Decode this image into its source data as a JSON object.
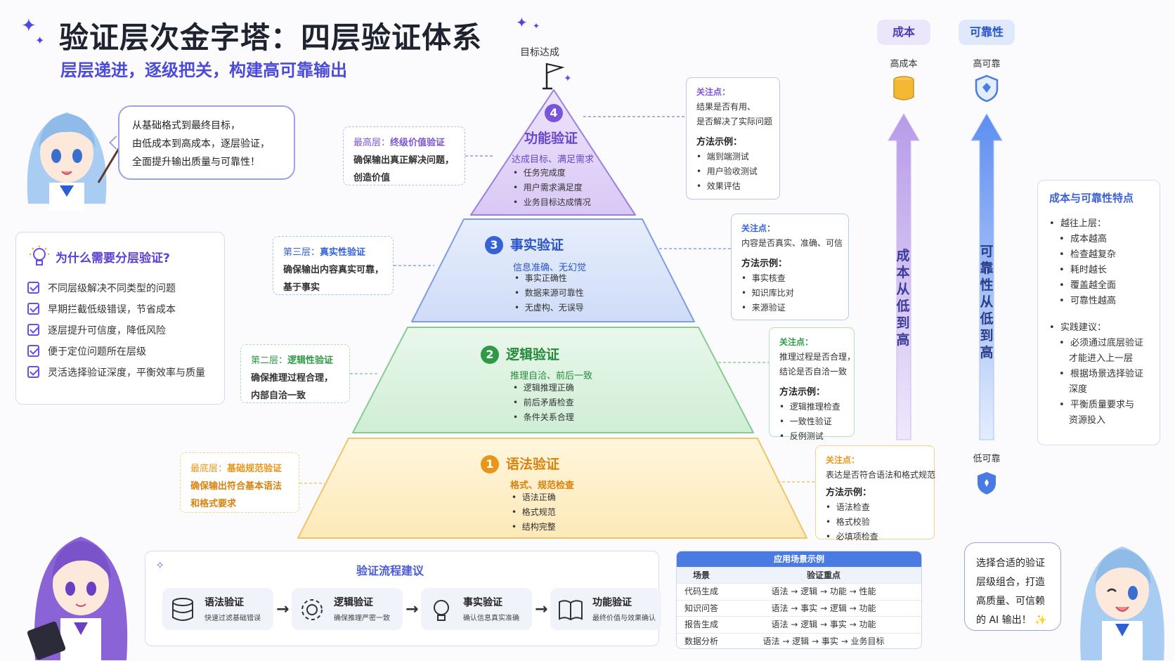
{
  "header": {
    "title": "验证层次金字塔：四层验证体系",
    "subtitle": "层层递进，逐级把关，构建高可靠输出",
    "goal_label": "目标达成"
  },
  "intro_bubble": {
    "lines": [
      "从基础格式到最终目标，",
      "由低成本到高成本，逐层验证，",
      "全面提升输出质量与可靠性！"
    ]
  },
  "why": {
    "title": "为什么需要分层验证?",
    "items": [
      "不同层级解决不同类型的问题",
      "早期拦截低级错误，节省成本",
      "逐层提升可信度，降低风险",
      "便于定位问题所在层级",
      "灵活选择验证深度，平衡效率与质量"
    ]
  },
  "layers": [
    {
      "num": "4",
      "title": "功能验证",
      "sub": "达成目标、满足需求",
      "bullets": [
        "任务完成度",
        "用户需求满足度",
        "业务目标达成情况"
      ],
      "color": "#7b55d9",
      "left_label": "最高层：",
      "left_head": "终级价值验证",
      "left_lines": [
        "确保输出真正解决问题，",
        "创造价值"
      ],
      "focus_head": "关注点：",
      "focus_lines": [
        "结果是否有用、",
        "是否解决了实际问题"
      ],
      "method_head": "方法示例：",
      "methods": [
        "端到端测试",
        "用户验收测试",
        "效果评估"
      ]
    },
    {
      "num": "3",
      "title": "事实验证",
      "sub": "信息准确、无幻觉",
      "bullets": [
        "事实正确性",
        "数据来源可靠性",
        "无虚构、无误导"
      ],
      "color": "#3563d6",
      "left_label": "第三层：",
      "left_head": "真实性验证",
      "left_lines": [
        "确保输出内容真实可靠，",
        "基于事实"
      ],
      "focus_head": "关注点：",
      "focus_lines": [
        "内容是否真实、准确、可信"
      ],
      "method_head": "方法示例：",
      "methods": [
        "事实核查",
        "知识库比对",
        "来源验证"
      ]
    },
    {
      "num": "2",
      "title": "逻辑验证",
      "sub": "推理自洽、前后一致",
      "bullets": [
        "逻辑推理正确",
        "前后矛盾检查",
        "条件关系合理"
      ],
      "color": "#2f9a45",
      "left_label": "第二层：",
      "left_head": "逻辑性验证",
      "left_lines": [
        "确保推理过程合理，",
        "内部自洽一致"
      ],
      "focus_head": "关注点：",
      "focus_lines": [
        "推理过程是否合理，",
        "结论是否自洽一致"
      ],
      "method_head": "方法示例：",
      "methods": [
        "逻辑推理检查",
        "一致性验证",
        "反例测试"
      ]
    },
    {
      "num": "1",
      "title": "语法验证",
      "sub": "格式、规范检查",
      "bullets": [
        "语法正确",
        "格式规范",
        "结构完整"
      ],
      "color": "#e8951c",
      "left_label": "最底层：",
      "left_head": "基础规范验证",
      "left_lines": [
        "确保输出符合基本语法",
        "和格式要求"
      ],
      "focus_head": "关注点：",
      "focus_lines": [
        "表达是否符合语法和格式规范"
      ],
      "method_head": "方法示例：",
      "methods": [
        "语法检查",
        "格式校验",
        "必填项检查"
      ]
    }
  ],
  "cost": {
    "pill": "成本",
    "top": "高成本",
    "vertical": "成本从低到高"
  },
  "reliability": {
    "pill": "可靠性",
    "top": "高可靠",
    "vertical": "可靠性从低到高",
    "bottom": "低可靠"
  },
  "features": {
    "title": "成本与可靠性特点",
    "sec1": "越往上层：",
    "sec1_items": [
      "成本越高",
      "检查越复杂",
      "耗时越长",
      "覆盖越全面",
      "可靠性越高"
    ],
    "sec2": "实践建议：",
    "sec2_items": [
      [
        "必须通过底层验证",
        "才能进入上一层"
      ],
      [
        "根据场景选择验证",
        "深度"
      ],
      [
        "平衡质量要求与",
        "资源投入"
      ]
    ]
  },
  "flow": {
    "title": "验证流程建议",
    "steps": [
      {
        "t": "语法验证",
        "s": "快速过滤基础错误"
      },
      {
        "t": "逻辑验证",
        "s": "确保推理严密一致"
      },
      {
        "t": "事实验证",
        "s": "确认信息真实准确"
      },
      {
        "t": "功能验证",
        "s": "最终价值与效果确认"
      }
    ],
    "arrow": "→"
  },
  "table": {
    "title": "应用场景示例",
    "headers": [
      "场景",
      "验证重点"
    ],
    "rows": [
      [
        "代码生成",
        "语法 → 逻辑 → 功能 → 性能"
      ],
      [
        "知识问答",
        "语法 → 事实 → 逻辑 → 功能"
      ],
      [
        "报告生成",
        "语法 → 逻辑 → 事实 → 功能"
      ],
      [
        "数据分析",
        "语法 → 逻辑 → 事实 → 业务目标"
      ]
    ]
  },
  "ending": {
    "lines": [
      "选择合适的验证",
      "层级组合，打造",
      "高质量、可信赖",
      "的 AI 输出！"
    ]
  }
}
